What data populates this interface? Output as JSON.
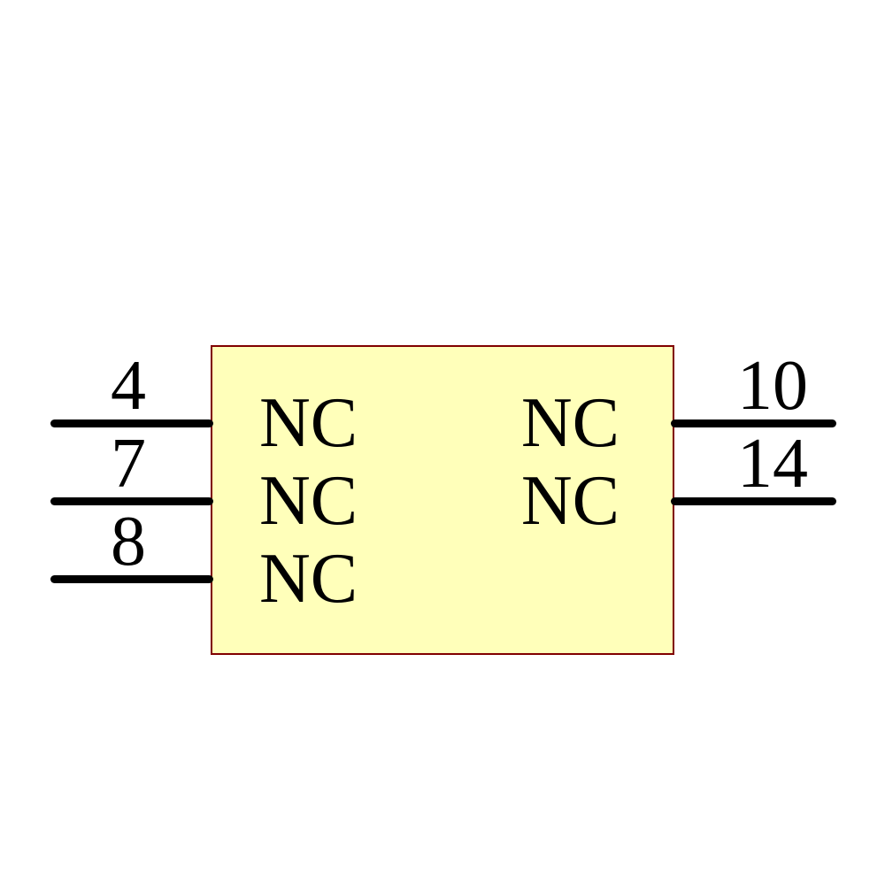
{
  "colors": {
    "canvas_background": "#ffffff",
    "body_fill": "#FFFFBA",
    "body_border": "#800000",
    "pin_color": "#000000",
    "text_color": "#000000"
  },
  "component": {
    "kind": "schematic-symbol",
    "pins": {
      "left": [
        {
          "number": "4",
          "name": "NC"
        },
        {
          "number": "7",
          "name": "NC"
        },
        {
          "number": "8",
          "name": "NC"
        }
      ],
      "right": [
        {
          "number": "10",
          "name": "NC"
        },
        {
          "number": "14",
          "name": "NC"
        }
      ]
    }
  }
}
